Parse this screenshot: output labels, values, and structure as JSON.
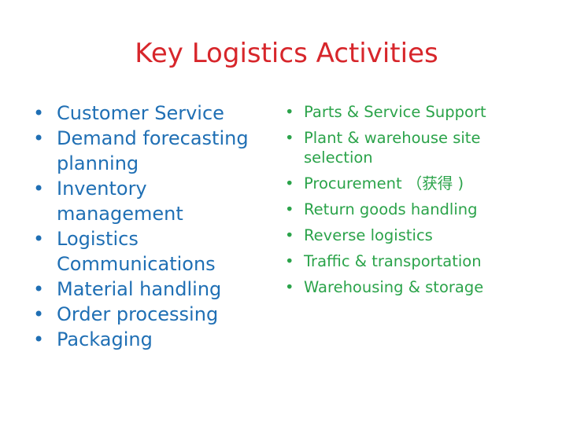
{
  "slide": {
    "title": "Key Logistics Activities",
    "bullet_symbol": "•",
    "colors": {
      "title": "#d7262b",
      "left_text": "#1f6fb4",
      "right_text": "#2ba34a",
      "background": "#ffffff"
    },
    "left_items": [
      "Customer Service",
      "Demand forecasting planning",
      "Inventory management",
      "Logistics Communications",
      "Material handling",
      "Order processing",
      "Packaging"
    ],
    "right_items": [
      "Parts & Service Support",
      "Plant & warehouse site selection",
      "Procurement （获得 )",
      "Return goods handling",
      "Reverse logistics",
      "Traffic & transportation",
      "Warehousing & storage"
    ]
  }
}
